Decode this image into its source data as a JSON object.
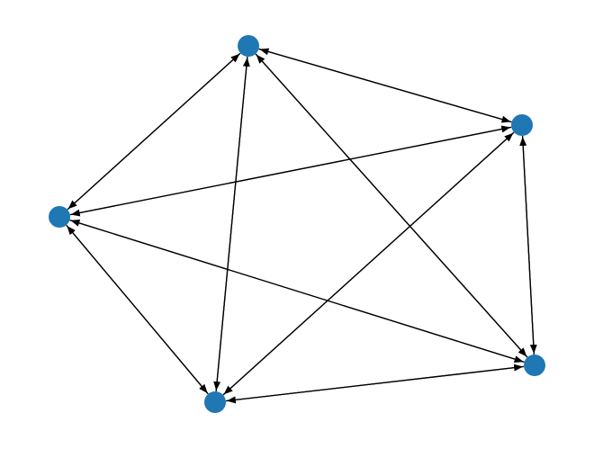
{
  "graph": {
    "directed": true,
    "node_color": "#1f77b4",
    "edge_color": "#000000",
    "background": "#ffffff",
    "nodes": [
      "n0",
      "n1",
      "n2",
      "n3",
      "n4"
    ],
    "edges": [
      [
        "n0",
        "n1"
      ],
      [
        "n1",
        "n0"
      ],
      [
        "n0",
        "n2"
      ],
      [
        "n2",
        "n0"
      ],
      [
        "n0",
        "n3"
      ],
      [
        "n3",
        "n0"
      ],
      [
        "n0",
        "n4"
      ],
      [
        "n4",
        "n0"
      ],
      [
        "n1",
        "n2"
      ],
      [
        "n2",
        "n1"
      ],
      [
        "n1",
        "n3"
      ],
      [
        "n3",
        "n1"
      ],
      [
        "n1",
        "n4"
      ],
      [
        "n4",
        "n1"
      ],
      [
        "n2",
        "n3"
      ],
      [
        "n3",
        "n2"
      ],
      [
        "n2",
        "n4"
      ],
      [
        "n4",
        "n2"
      ],
      [
        "n3",
        "n4"
      ],
      [
        "n4",
        "n3"
      ]
    ]
  }
}
